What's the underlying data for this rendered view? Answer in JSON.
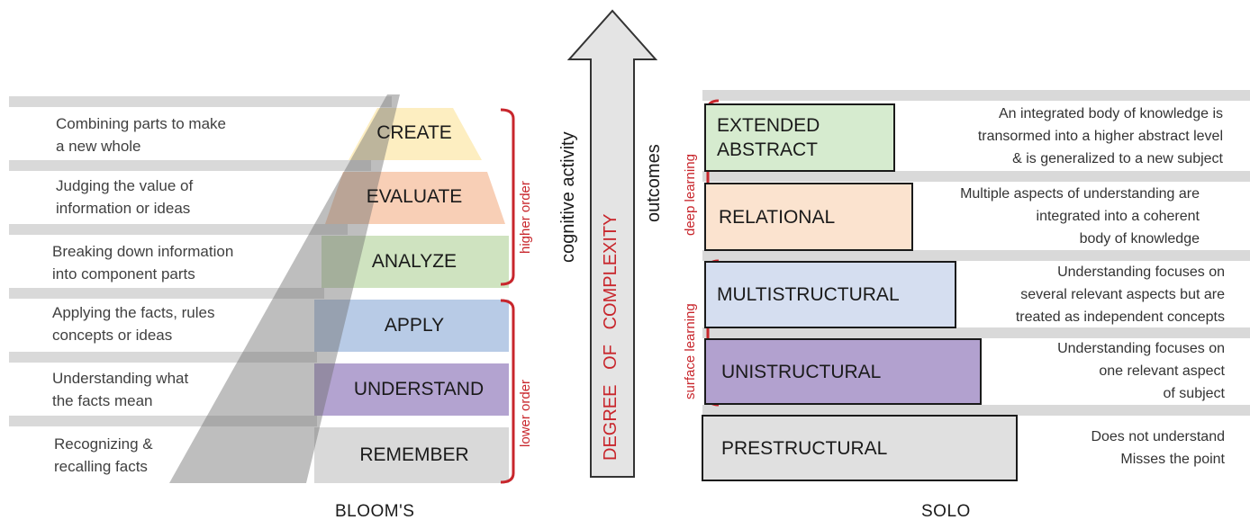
{
  "bloom": {
    "title": "BLOOM'S",
    "levels": [
      {
        "name": "CREATE",
        "desc1": "Combining parts to make",
        "desc2": "a new whole",
        "color": "#fdeec1"
      },
      {
        "name": "EVALUATE",
        "desc1": "Judging the value of",
        "desc2": "information or ideas",
        "color": "#f8cfb6"
      },
      {
        "name": "ANALYZE",
        "desc1": "Breaking down information",
        "desc2": "into component parts",
        "color": "#cfe3c0"
      },
      {
        "name": "APPLY",
        "desc1": "Applying the facts, rules",
        "desc2": "concepts or ideas",
        "color": "#b8cbe6"
      },
      {
        "name": "UNDERSTAND",
        "desc1": "Understanding what",
        "desc2": "the facts mean",
        "color": "#b3a3d0"
      },
      {
        "name": "REMEMBER",
        "desc1": "Recognizing &",
        "desc2": "recalling facts",
        "color": "#d9d9d9"
      }
    ],
    "higher_order": "higher order",
    "lower_order": "lower order"
  },
  "center": {
    "cognitive_activity": "cognitive activity",
    "complexity": "DEGREE   OF   COMPLEXITY",
    "outcomes": "outcomes",
    "accent": "#c8262c"
  },
  "solo": {
    "title": "SOLO",
    "deep_learning": "deep learning",
    "surface_learning": "surface learning",
    "levels": [
      {
        "name1": "EXTENDED",
        "name2": "ABSTRACT",
        "desc": [
          "An integrated body of knowledge is",
          "transormed into a higher abstract level",
          "& is generalized to a new subject"
        ],
        "color": "#d6ebcf",
        "icon": "extended-abstract-icon"
      },
      {
        "name1": "RELATIONAL",
        "name2": "",
        "desc": [
          "Multiple aspects of understanding are",
          "integrated into a coherent",
          "body of knowledge"
        ],
        "color": "#fbe3cf",
        "icon": "relational-icon"
      },
      {
        "name1": "MULTISTRUCTURAL",
        "name2": "",
        "desc": [
          "Understanding focuses on",
          "several relevant aspects but are",
          "treated as independent concepts"
        ],
        "color": "#d5def0",
        "icon": "multistructural-icon"
      },
      {
        "name1": "UNISTRUCTURAL",
        "name2": "",
        "desc": [
          "Understanding focuses on",
          "one relevant aspect",
          "of subject"
        ],
        "color": "#b2a1cf",
        "icon": "unistructural-icon"
      },
      {
        "name1": "PRESTRUCTURAL",
        "name2": "",
        "desc": [
          "Does not understand",
          "Misses the point"
        ],
        "color": "#e0e0e0",
        "icon": "prestructural-icon"
      }
    ]
  }
}
